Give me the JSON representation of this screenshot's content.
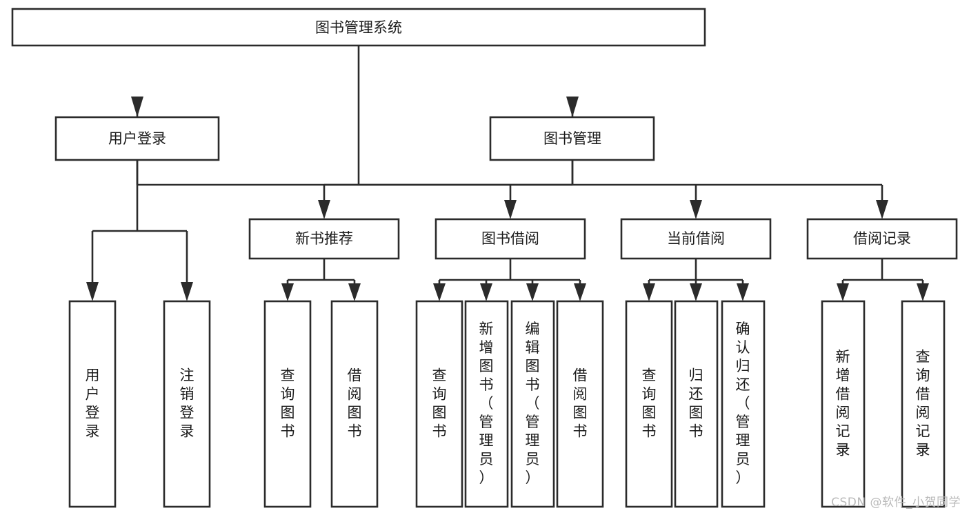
{
  "diagram": {
    "title": "图书管理系统",
    "type": "tree",
    "watermark": "CSDN @软件_小贺同学",
    "colors": {
      "stroke": "#2b2b2b",
      "fill": "#ffffff",
      "text": "#1a1a1a",
      "watermark": "#b9b9b9",
      "background": "#ffffff"
    },
    "nodes": {
      "root": {
        "label": "图书管理系统"
      },
      "level2": [
        {
          "id": "user-login",
          "label": "用户登录"
        },
        {
          "id": "book-manage",
          "label": "图书管理"
        }
      ],
      "level3": [
        {
          "id": "new-book-recommend",
          "label": "新书推荐"
        },
        {
          "id": "book-borrow",
          "label": "图书借阅"
        },
        {
          "id": "current-borrow",
          "label": "当前借阅"
        },
        {
          "id": "borrow-record",
          "label": "借阅记录"
        }
      ],
      "leaves": {
        "user-login": [
          {
            "id": "leaf-user-login",
            "label": "用户登录"
          },
          {
            "id": "leaf-user-logout",
            "label": "注销登录"
          }
        ],
        "new-book-recommend": [
          {
            "id": "leaf-query-book-1",
            "label": "查询图书"
          },
          {
            "id": "leaf-borrow-book-1",
            "label": "借阅图书"
          }
        ],
        "book-borrow": [
          {
            "id": "leaf-query-book-2",
            "label": "查询图书"
          },
          {
            "id": "leaf-add-book",
            "label": "新增图书（管理员）"
          },
          {
            "id": "leaf-edit-book",
            "label": "编辑图书（管理员）"
          },
          {
            "id": "leaf-borrow-book-2",
            "label": "借阅图书"
          }
        ],
        "current-borrow": [
          {
            "id": "leaf-query-book-3",
            "label": "查询图书"
          },
          {
            "id": "leaf-return-book",
            "label": "归还图书"
          },
          {
            "id": "leaf-confirm-return",
            "label": "确认归还（管理员）"
          }
        ],
        "borrow-record": [
          {
            "id": "leaf-add-record",
            "label": "新增借阅记录"
          },
          {
            "id": "leaf-query-record",
            "label": "查询借阅记录"
          }
        ]
      }
    }
  }
}
